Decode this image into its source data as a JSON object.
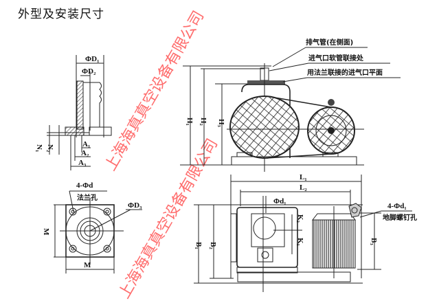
{
  "title": "外型及安装尺寸",
  "side_view": {
    "phi_d1": "ΦD₁",
    "phi_d2": "ΦD₂",
    "n1": "N₁",
    "n2": "N₂",
    "a1": "A₁",
    "a2": "A₂",
    "a3": "A₃"
  },
  "flange_view": {
    "holes": "4-Φd",
    "holes_note": "法兰孔",
    "phi_d3": "ΦD₃",
    "m_vertical": "M",
    "m_horizontal": "M"
  },
  "front_view": {
    "h1": "H₁",
    "h2": "H₂",
    "h3": "H₃",
    "callout_exhaust": "排气管(在侧面)",
    "callout_hose": "进气口软管联接处",
    "callout_flange": "用法兰联接的进气口平面"
  },
  "top_view": {
    "l1": "L₁",
    "l2": "L₂",
    "phi_d1": "Φd₁",
    "k1": "K₁",
    "k2": "K₂",
    "b1": "B₁",
    "b2": "B₂",
    "b3": "B₃",
    "holes": "4-Φd₁",
    "holes_note": "地脚螺钉孔"
  },
  "watermark": "上海海真真空设备有限公司",
  "colors": {
    "watermark": "#ff3b3b",
    "line": "#222222"
  }
}
